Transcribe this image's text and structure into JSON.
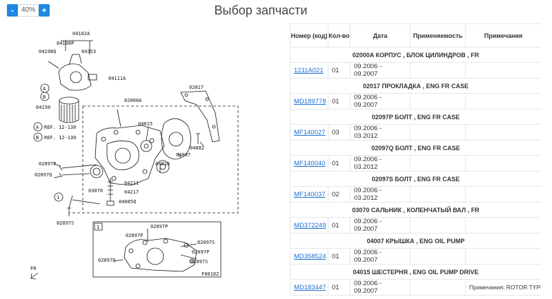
{
  "zoom": {
    "minus_label": "-",
    "plus_label": "+",
    "value": "40%"
  },
  "page": {
    "title": "Выбор запчасти"
  },
  "diagram": {
    "labels": {
      "l04102A": "04102A",
      "l04198P": "04198P",
      "l04198Q": "04198Q",
      "l04353": "04353",
      "l04111A": "04111A",
      "l04150": "04150",
      "l02017": "02017",
      "l02000A": "02000A",
      "l04015": "04015",
      "l04016": "04016",
      "l04007": "04007",
      "l04082": "04082",
      "l02097P": "02097P",
      "l02097Q": "02097Q",
      "l03070": "03070",
      "l04211": "04211",
      "l04217": "04217",
      "l04085Q": "04085Q",
      "l02097S": "02097S",
      "refA": "REF. 12-130",
      "refB": "REF. 12-130",
      "i02097P_a": "02097P",
      "i02097P_b": "02097P",
      "i02097S": "02097S",
      "i02097Q": "02097Q",
      "i02097P_c": "02097P",
      "i02097S_b": "02097S",
      "code": "F00102",
      "fr": "FR",
      "circA": "A",
      "circB": "B",
      "circA2": "A",
      "circB2": "B",
      "circ1": "1",
      "circ1b": "1"
    }
  },
  "table": {
    "headers": {
      "number": "Номер (код)",
      "qty": "Кол-во",
      "date": "Дата",
      "applicability": "Применяемость",
      "notes": "Примечания"
    },
    "rows": [
      {
        "group": "02000A КОРПУС , БЛОК ЦИЛИНДРОВ , FR"
      },
      {
        "number": "1211A021",
        "qty": "01",
        "date": "09.2006 - 09.2007",
        "applicability": "",
        "notes": ""
      },
      {
        "group": "02017 ПРОКЛАДКА , ENG FR CASE"
      },
      {
        "number": "MD189778",
        "qty": "01",
        "date": "09.2006 - 09.2007",
        "applicability": "",
        "notes": ""
      },
      {
        "group": "02097P БОЛТ , ENG FR CASE"
      },
      {
        "number": "MF140027",
        "qty": "03",
        "date": "09.2006 - 03.2012",
        "applicability": "",
        "notes": ""
      },
      {
        "group": "02097Q БОЛТ , ENG FR CASE"
      },
      {
        "number": "MF140040",
        "qty": "01",
        "date": "09.2006 - 03.2012",
        "applicability": "",
        "notes": ""
      },
      {
        "group": "02097S БОЛТ , ENG FR CASE"
      },
      {
        "number": "MF140037",
        "qty": "02",
        "date": "09.2006 - 03.2012",
        "applicability": "",
        "notes": ""
      },
      {
        "group": "03070 САЛЬНИК , КОЛЕНЧАТЫЙ ВАЛ , FR"
      },
      {
        "number": "MD372249",
        "qty": "01",
        "date": "09.2006 - 09.2007",
        "applicability": "",
        "notes": ""
      },
      {
        "group": "04007 КРЫШКА , ENG OIL PUMP"
      },
      {
        "number": "MD358524",
        "qty": "01",
        "date": "09.2006 - 09.2007",
        "applicability": "",
        "notes": ""
      },
      {
        "group": "04015 ШЕСТЕРНЯ , ENG OIL PUMP DRIVE"
      },
      {
        "number": "MD183447",
        "qty": "01",
        "date": "09.2006 - 09.2007",
        "applicability": "",
        "notes": "Примечания: ROTOR TYPE"
      }
    ]
  }
}
